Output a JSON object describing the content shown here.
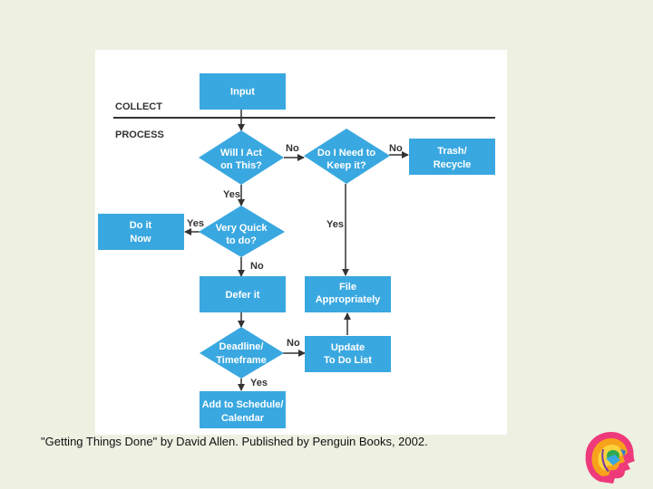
{
  "colors": {
    "page_bg": "#eef0e2",
    "card_bg": "#ffffff",
    "node_fill": "#3aa8e0",
    "node_text": "#ffffff",
    "line": "#333333"
  },
  "stages": {
    "collect": "COLLECT",
    "process": "PROCESS"
  },
  "nodes": {
    "input": [
      "Input"
    ],
    "act": [
      "Will I Act",
      "on This?"
    ],
    "keep": [
      "Do I Need to",
      "Keep it?"
    ],
    "trash": [
      "Trash/",
      "Recycle"
    ],
    "quick": [
      "Very Quick",
      "to do?"
    ],
    "do_now": [
      "Do it",
      "Now"
    ],
    "file": [
      "File",
      "Appropriately"
    ],
    "defer": [
      "Defer it"
    ],
    "deadline": [
      "Deadline/",
      "Timeframe"
    ],
    "todo": [
      "Update",
      "To Do List"
    ],
    "schedule": [
      "Add to Schedule/",
      "Calendar"
    ]
  },
  "edge_labels": {
    "act_no": "No",
    "keep_no": "No",
    "act_yes": "Yes",
    "keep_yes": "Yes",
    "quick_yes": "Yes",
    "quick_no": "No",
    "deadline_no": "No",
    "deadline_yes": "Yes"
  },
  "caption": "\"Getting Things Done\" by David Allen. Published by Penguin Books, 2002.",
  "logo_icon": "colorful-head-profile-icon"
}
